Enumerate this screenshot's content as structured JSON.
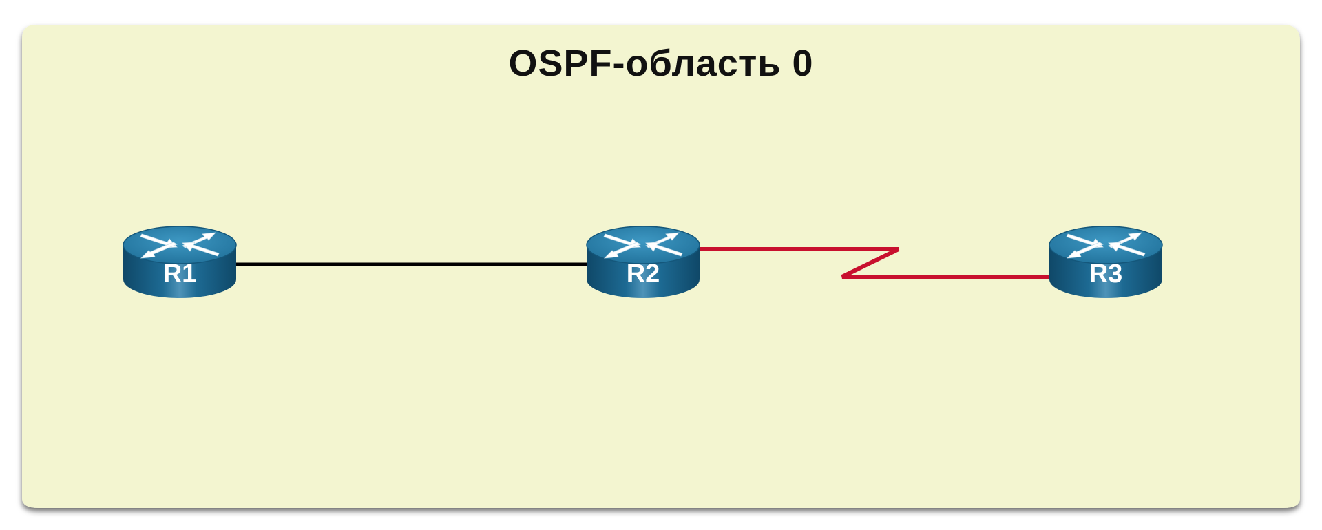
{
  "area": {
    "title": "OSPF-область 0",
    "background_color": "#f3f5d0"
  },
  "routers": [
    {
      "id": "r1",
      "label": "R1",
      "icon": "router-icon"
    },
    {
      "id": "r2",
      "label": "R2",
      "icon": "router-icon"
    },
    {
      "id": "r3",
      "label": "R3",
      "icon": "router-icon"
    }
  ],
  "links": [
    {
      "from": "R1",
      "to": "R2",
      "type": "ethernet",
      "color": "#000000"
    },
    {
      "from": "R2",
      "to": "R3",
      "type": "serial",
      "color": "#c8102e"
    }
  ],
  "colors": {
    "router_top": "#2a7fa6",
    "router_body": "#17587c",
    "router_arrow": "#ffffff"
  }
}
